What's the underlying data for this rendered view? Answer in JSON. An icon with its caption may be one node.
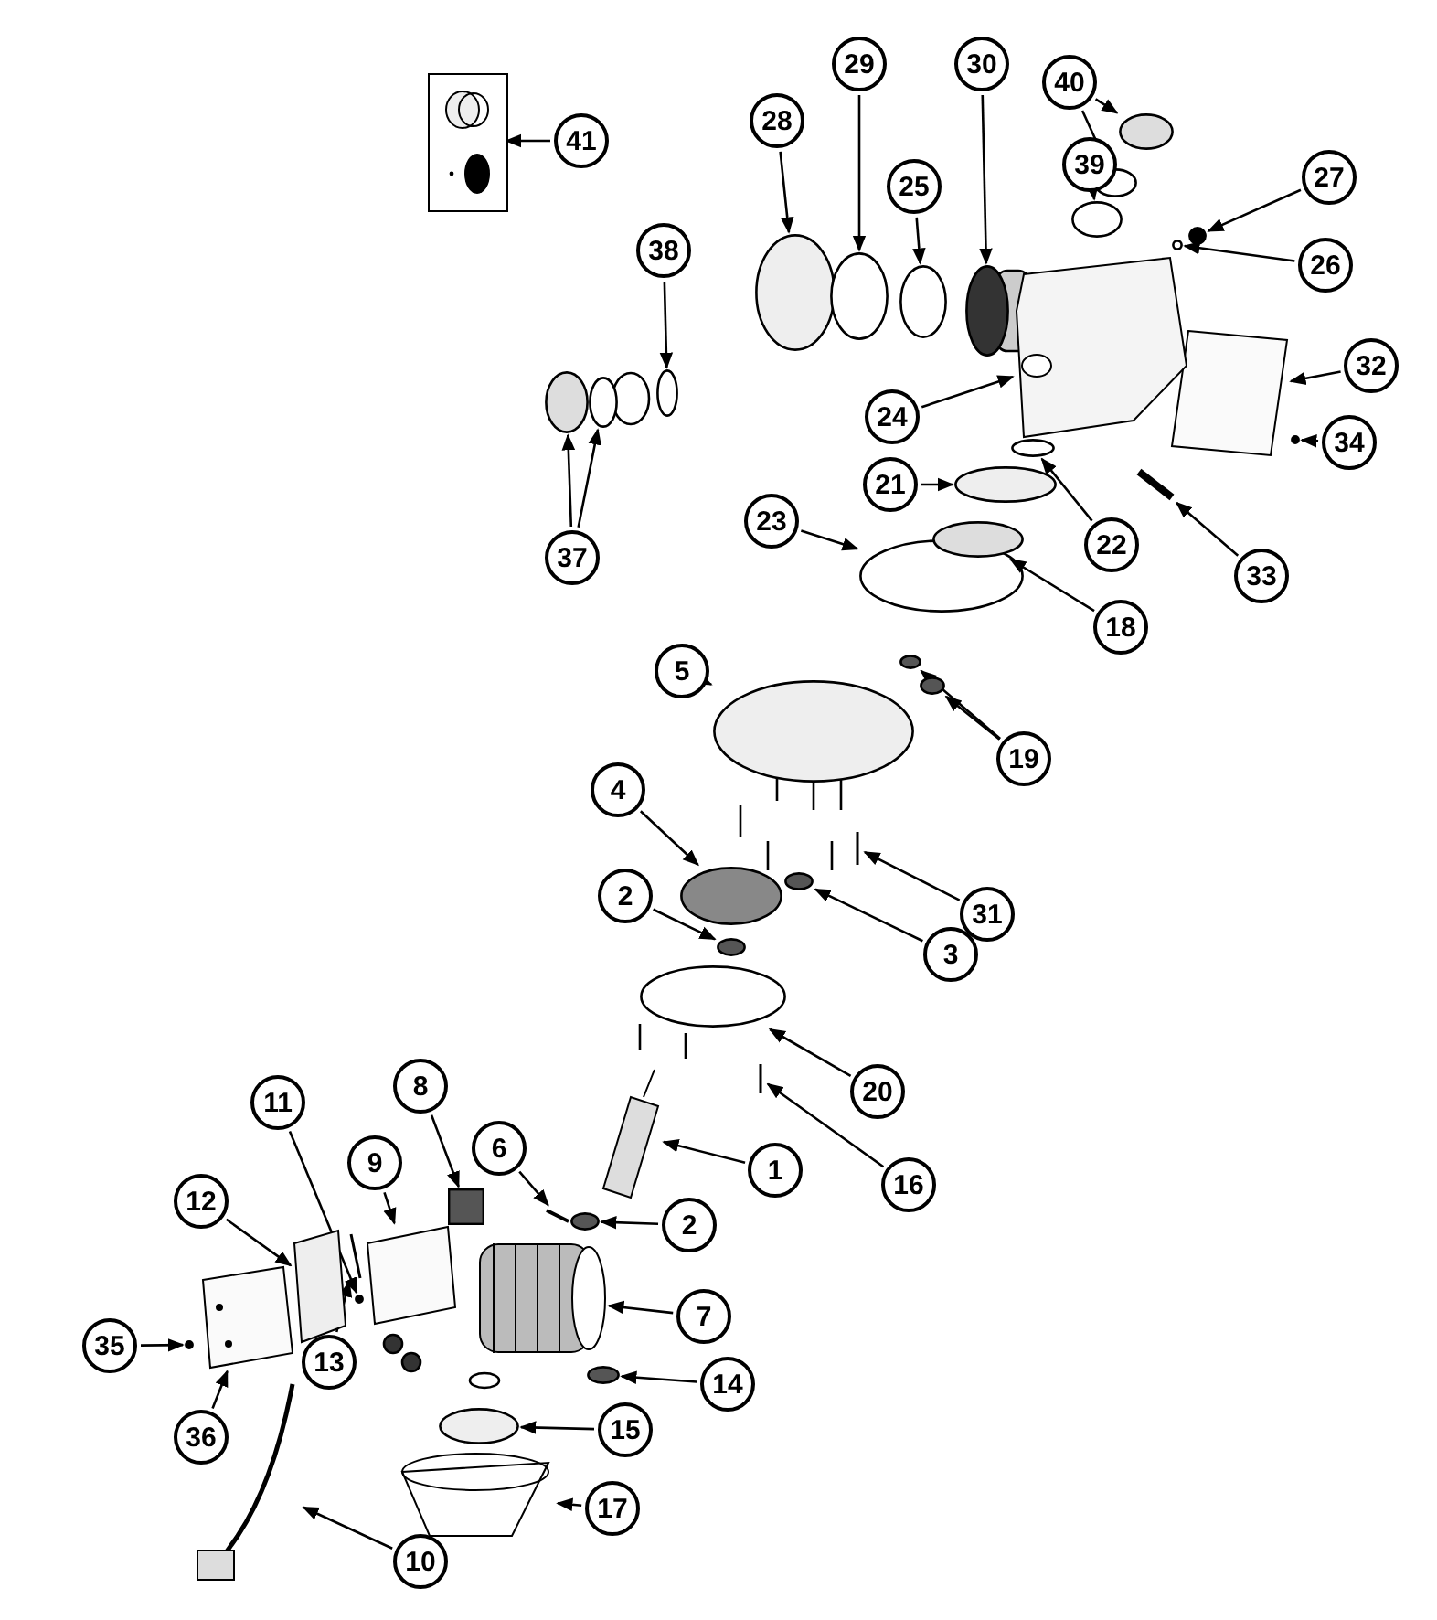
{
  "diagram": {
    "nodes": [
      {
        "text": [],
        "shape": "box"
      },
      {
        "text": [
          "41"
        ]
      },
      {
        "text": [
          "28"
        ]
      },
      {
        "text": [
          "29"
        ]
      },
      {
        "text": [
          "30"
        ]
      },
      {
        "text": [
          "40"
        ]
      },
      {
        "text": [
          "25"
        ]
      },
      {
        "text": [
          "39"
        ]
      },
      {
        "text": [
          "27"
        ]
      },
      {
        "text": [
          "38"
        ]
      },
      {
        "text": [
          "26"
        ]
      },
      {
        "text": [
          "32"
        ]
      },
      {
        "text": [
          "24"
        ]
      },
      {
        "text": [
          "34"
        ]
      },
      {
        "text": [
          "21"
        ]
      },
      {
        "text": [
          "23"
        ]
      },
      {
        "text": [
          "22"
        ]
      },
      {
        "text": [
          "37"
        ]
      },
      {
        "text": [
          "33"
        ]
      },
      {
        "text": [
          "18"
        ]
      },
      {
        "text": [
          "5"
        ]
      },
      {
        "text": [
          "19"
        ]
      },
      {
        "text": [
          "4"
        ]
      },
      {
        "text": [
          "2"
        ]
      },
      {
        "text": [
          "31"
        ]
      },
      {
        "text": [
          "3"
        ]
      },
      {
        "text": [
          "20"
        ]
      },
      {
        "text": [
          "8"
        ]
      },
      {
        "text": [
          "11"
        ]
      },
      {
        "text": [
          "6"
        ]
      },
      {
        "text": [
          "9"
        ]
      },
      {
        "text": [
          "1"
        ]
      },
      {
        "text": [
          "16"
        ]
      },
      {
        "text": [
          "12"
        ]
      },
      {
        "text": [
          "2"
        ]
      },
      {
        "text": [
          "7"
        ]
      },
      {
        "text": [
          "35"
        ]
      },
      {
        "text": [
          "13"
        ]
      },
      {
        "text": [
          "14"
        ]
      },
      {
        "text": [
          "15"
        ]
      },
      {
        "text": [
          "36"
        ]
      },
      {
        "text": [
          "17"
        ]
      },
      {
        "text": [
          "10"
        ]
      },
      {
        "text": [],
        "shape": "circle"
      },
      {
        "text": [],
        "shape": "circle"
      },
      {
        "text": [],
        "shape": "picture"
      },
      {
        "text": [],
        "shape": "circle"
      },
      {
        "text": [],
        "shape": "box"
      },
      {
        "text": [],
        "shape": "picture"
      },
      {
        "text": [],
        "shape": "circle"
      },
      {
        "text": [],
        "shape": "picture"
      },
      {
        "text": [],
        "shape": "circle"
      },
      {
        "text": [],
        "shape": "circle"
      },
      {
        "text": [],
        "shape": "circle"
      },
      {
        "text": [],
        "shape": "circle"
      },
      {
        "text": [],
        "shape": "circle"
      },
      {
        "text": [],
        "shape": "circle"
      },
      {
        "text": [],
        "shape": "circle"
      },
      {
        "text": [],
        "shape": "circle"
      },
      {
        "text": [],
        "shape": "picture"
      },
      {
        "text": [],
        "shape": "picture"
      },
      {
        "text": [],
        "shape": "circle"
      },
      {
        "text": [],
        "shape": "circle"
      },
      {
        "text": [],
        "shape": "circle"
      },
      {
        "text": [],
        "shape": "circle"
      },
      {
        "text": [],
        "shape": "circle"
      },
      {
        "text": [],
        "shape": "circle"
      },
      {
        "text": [],
        "shape": "circle"
      },
      {
        "text": [],
        "shape": "circle"
      },
      {
        "text": [],
        "shape": "circle"
      },
      {
        "text": [],
        "shape": "circle"
      },
      {
        "text": [],
        "shape": "circle"
      },
      {
        "text": [],
        "shape": "picture"
      },
      {
        "text": [],
        "shape": "circle"
      },
      {
        "text": [],
        "shape": "circle"
      },
      {
        "text": [],
        "shape": "circle"
      },
      {
        "text": [],
        "shape": "picture"
      },
      {
        "text": [],
        "shape": "picture"
      },
      {
        "text": [],
        "shape": "picture"
      },
      {
        "text": [],
        "shape": "picture"
      },
      {
        "text": [],
        "shape": "circle"
      },
      {
        "text": [],
        "shape": "picture"
      },
      {
        "text": [],
        "shape": "circle"
      },
      {
        "text": [],
        "shape": "picture"
      },
      {
        "text": [],
        "shape": "circle"
      },
      {
        "text": [],
        "shape": "picture"
      },
      {
        "text": [],
        "shape": "picture"
      }
    ],
    "edges": [
      {
        "from": 1,
        "to": 0,
        "arrow": "to"
      },
      {
        "from": 2,
        "to": 51,
        "arrow": "to"
      },
      {
        "from": 3,
        "to": 52,
        "arrow": "to"
      },
      {
        "from": 4,
        "to": 53,
        "arrow": "to"
      },
      {
        "from": 5,
        "to": 43,
        "arrow": "to"
      },
      {
        "from": 5,
        "to": 44,
        "arrow": "to"
      },
      {
        "from": 6,
        "to": 54,
        "arrow": "to"
      },
      {
        "from": 7,
        "to": 55,
        "arrow": "to"
      },
      {
        "from": 8,
        "to": 56,
        "arrow": "to"
      },
      {
        "from": 9,
        "to": 57,
        "arrow": "to"
      },
      {
        "from": 10,
        "to": 58,
        "arrow": "to"
      },
      {
        "from": 11,
        "to": 59,
        "arrow": "to"
      },
      {
        "from": 12,
        "to": 60,
        "arrow": "to"
      },
      {
        "from": 13,
        "to": 61,
        "arrow": "to"
      },
      {
        "from": 14,
        "to": 62,
        "arrow": "to"
      },
      {
        "from": 15,
        "to": 63,
        "arrow": "to"
      },
      {
        "from": 16,
        "to": 64,
        "arrow": "to"
      },
      {
        "from": 17,
        "to": 65,
        "arrow": "to"
      },
      {
        "from": 17,
        "to": 66,
        "arrow": "to"
      },
      {
        "from": 18,
        "to": 45,
        "arrow": "to"
      },
      {
        "from": 19,
        "to": 67,
        "arrow": "to"
      },
      {
        "from": 20,
        "to": 68,
        "arrow": "to"
      },
      {
        "from": 21,
        "to": 69,
        "arrow": "to"
      },
      {
        "from": 21,
        "to": 70,
        "arrow": "to"
      },
      {
        "from": 22,
        "to": 46,
        "arrow": "to"
      },
      {
        "from": 23,
        "to": 71,
        "arrow": "to"
      },
      {
        "from": 24,
        "to": 72,
        "arrow": "to"
      },
      {
        "from": 25,
        "to": 73,
        "arrow": "to"
      },
      {
        "from": 26,
        "to": 74,
        "arrow": "to"
      },
      {
        "from": 27,
        "to": 47,
        "arrow": "to"
      },
      {
        "from": 28,
        "to": 75,
        "arrow": "to"
      },
      {
        "from": 29,
        "to": 76,
        "arrow": "to"
      },
      {
        "from": 30,
        "to": 77,
        "arrow": "to"
      },
      {
        "from": 31,
        "to": 48,
        "arrow": "to"
      },
      {
        "from": 32,
        "to": 78,
        "arrow": "to"
      },
      {
        "from": 33,
        "to": 79,
        "arrow": "to"
      },
      {
        "from": 34,
        "to": 80,
        "arrow": "to"
      },
      {
        "from": 35,
        "to": 81,
        "arrow": "to"
      },
      {
        "from": 36,
        "to": 82,
        "arrow": "to"
      },
      {
        "from": 37,
        "to": 83,
        "arrow": "to"
      },
      {
        "from": 38,
        "to": 49,
        "arrow": "to"
      },
      {
        "from": 39,
        "to": 84,
        "arrow": "to"
      },
      {
        "from": 40,
        "to": 85,
        "arrow": "to"
      },
      {
        "from": 41,
        "to": 50,
        "arrow": "to"
      },
      {
        "from": 42,
        "to": 86,
        "arrow": "to"
      }
    ]
  }
}
